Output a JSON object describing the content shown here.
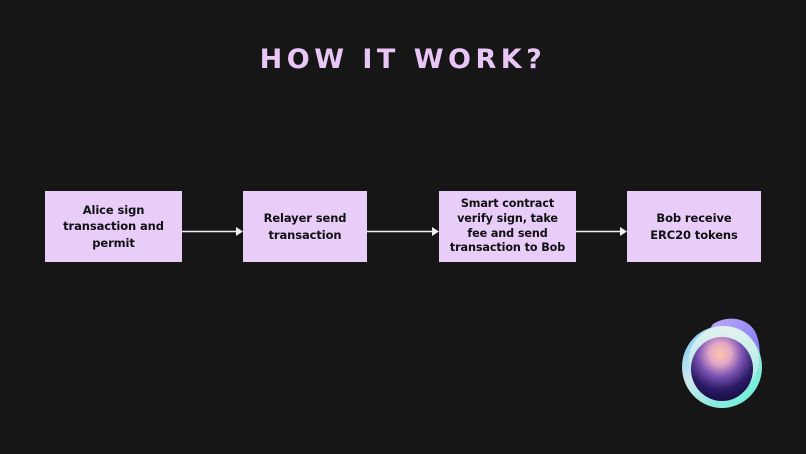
{
  "slide": {
    "background_color": "#161616",
    "title": "How it work?",
    "title_color": "#e9c6f5"
  },
  "flow": {
    "box_color": "#e7cdf7",
    "box_text_color": "#111013",
    "arrow_color": "#f2eef5",
    "steps": [
      {
        "label": "Alice sign transaction and permit",
        "name": "alice-sign"
      },
      {
        "label": "Relayer send transaction",
        "name": "relayer-send"
      },
      {
        "label": "Smart contract verify sign, take fee and send transaction to Bob",
        "name": "smart-contract-verify"
      },
      {
        "label": "Bob receive ERC20 tokens",
        "name": "bob-receive"
      }
    ],
    "connectors": [
      {
        "from": "Alice sign transaction and permit",
        "to": "Relayer send transaction"
      },
      {
        "from": "Relayer send transaction",
        "to": "Smart contract verify sign, take fee and send transaction to Bob"
      },
      {
        "from": "Smart contract verify sign, take fee and send transaction to Bob",
        "to": "Bob receive ERC20 tokens"
      }
    ]
  },
  "logo": {
    "name": "abstract-sphere-logo",
    "ring_gradient_start": "#7ec8f7",
    "ring_gradient_end": "#79f2dd",
    "blob_color": "#9b8cf0",
    "core_color": "#161046",
    "highlight_color": "#f6bda8"
  }
}
